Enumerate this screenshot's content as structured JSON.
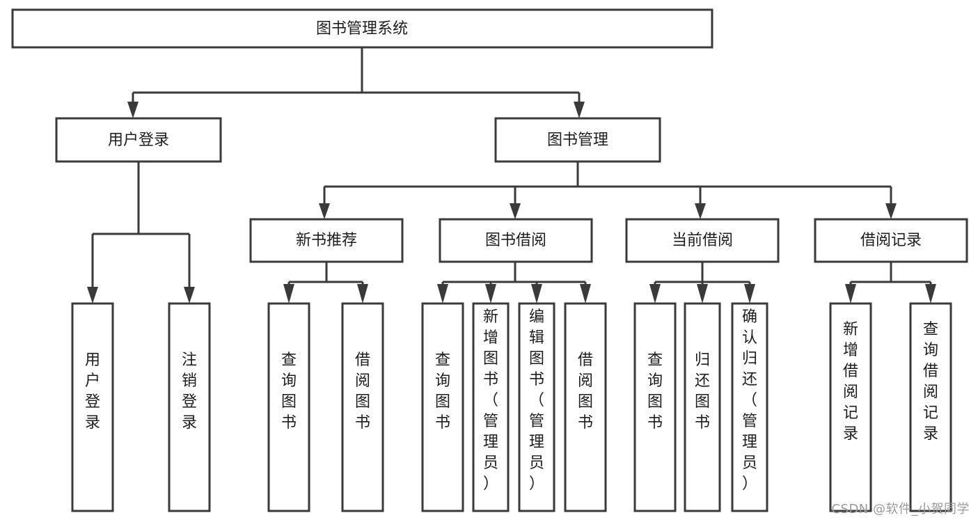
{
  "diagram": {
    "title": "图书管理系统",
    "watermark": "CSDN @软件_小贺同学",
    "colors": {
      "stroke": "#3a3a3a",
      "fill": "#ffffff",
      "text": "#1d1d1d",
      "watermark": "#9a9a9a"
    },
    "levels": {
      "root": {
        "label": "图书管理系统"
      },
      "level2": [
        {
          "id": "user-login",
          "label": "用户登录"
        },
        {
          "id": "book-manage",
          "label": "图书管理"
        }
      ],
      "level3": [
        {
          "id": "new-book-rec",
          "label": "新书推荐",
          "parent": "book-manage"
        },
        {
          "id": "book-borrow",
          "label": "图书借阅",
          "parent": "book-manage"
        },
        {
          "id": "current-borrow",
          "label": "当前借阅",
          "parent": "book-manage"
        },
        {
          "id": "borrow-record",
          "label": "借阅记录",
          "parent": "book-manage"
        }
      ],
      "leaves": [
        {
          "id": "leaf-user-login",
          "label": "用户登录",
          "parent": "user-login"
        },
        {
          "id": "leaf-user-logout",
          "label": "注销登录",
          "parent": "user-login"
        },
        {
          "id": "leaf-query-book-1",
          "label": "查询图书",
          "parent": "new-book-rec"
        },
        {
          "id": "leaf-borrow-book-1",
          "label": "借阅图书",
          "parent": "new-book-rec"
        },
        {
          "id": "leaf-query-book-2",
          "label": "查询图书",
          "parent": "book-borrow"
        },
        {
          "id": "leaf-add-book",
          "label": "新增图书（管理员）",
          "parent": "book-borrow"
        },
        {
          "id": "leaf-edit-book",
          "label": "编辑图书（管理员）",
          "parent": "book-borrow"
        },
        {
          "id": "leaf-borrow-book-2",
          "label": "借阅图书",
          "parent": "book-borrow"
        },
        {
          "id": "leaf-query-book-3",
          "label": "查询图书",
          "parent": "current-borrow"
        },
        {
          "id": "leaf-return-book",
          "label": "归还图书",
          "parent": "current-borrow"
        },
        {
          "id": "leaf-confirm-return",
          "label": "确认归还（管理员）",
          "parent": "current-borrow"
        },
        {
          "id": "leaf-add-record",
          "label": "新增借阅记录",
          "parent": "borrow-record"
        },
        {
          "id": "leaf-query-record",
          "label": "查询借阅记录",
          "parent": "borrow-record"
        }
      ]
    }
  }
}
